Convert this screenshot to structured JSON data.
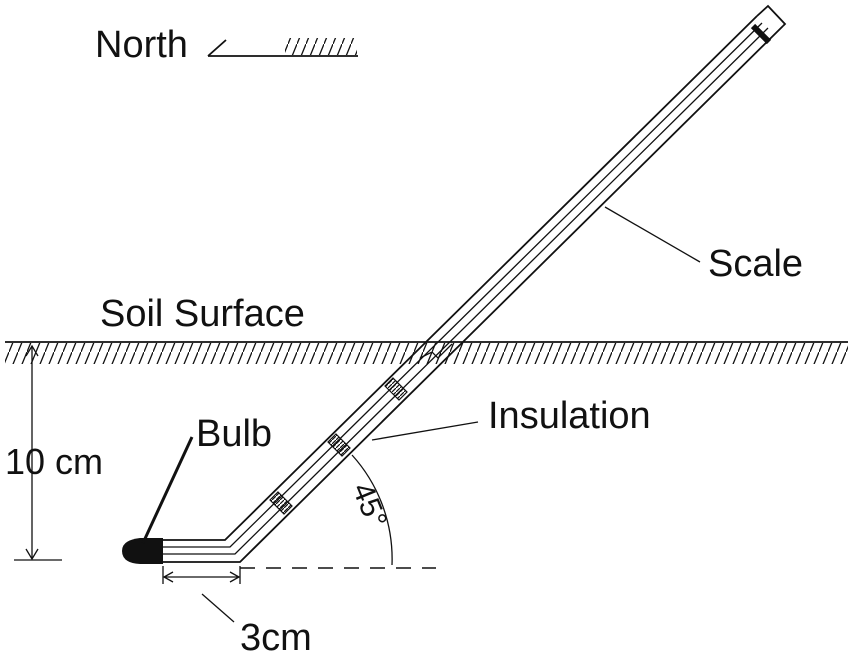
{
  "labels": {
    "north": "North",
    "scale": "Scale",
    "soil_surface": "Soil Surface",
    "insulation": "Insulation",
    "bulb": "Bulb",
    "depth": "10 cm",
    "angle": "45°",
    "length": "3cm"
  },
  "colors": {
    "ink": "#111111",
    "background": "#ffffff"
  }
}
